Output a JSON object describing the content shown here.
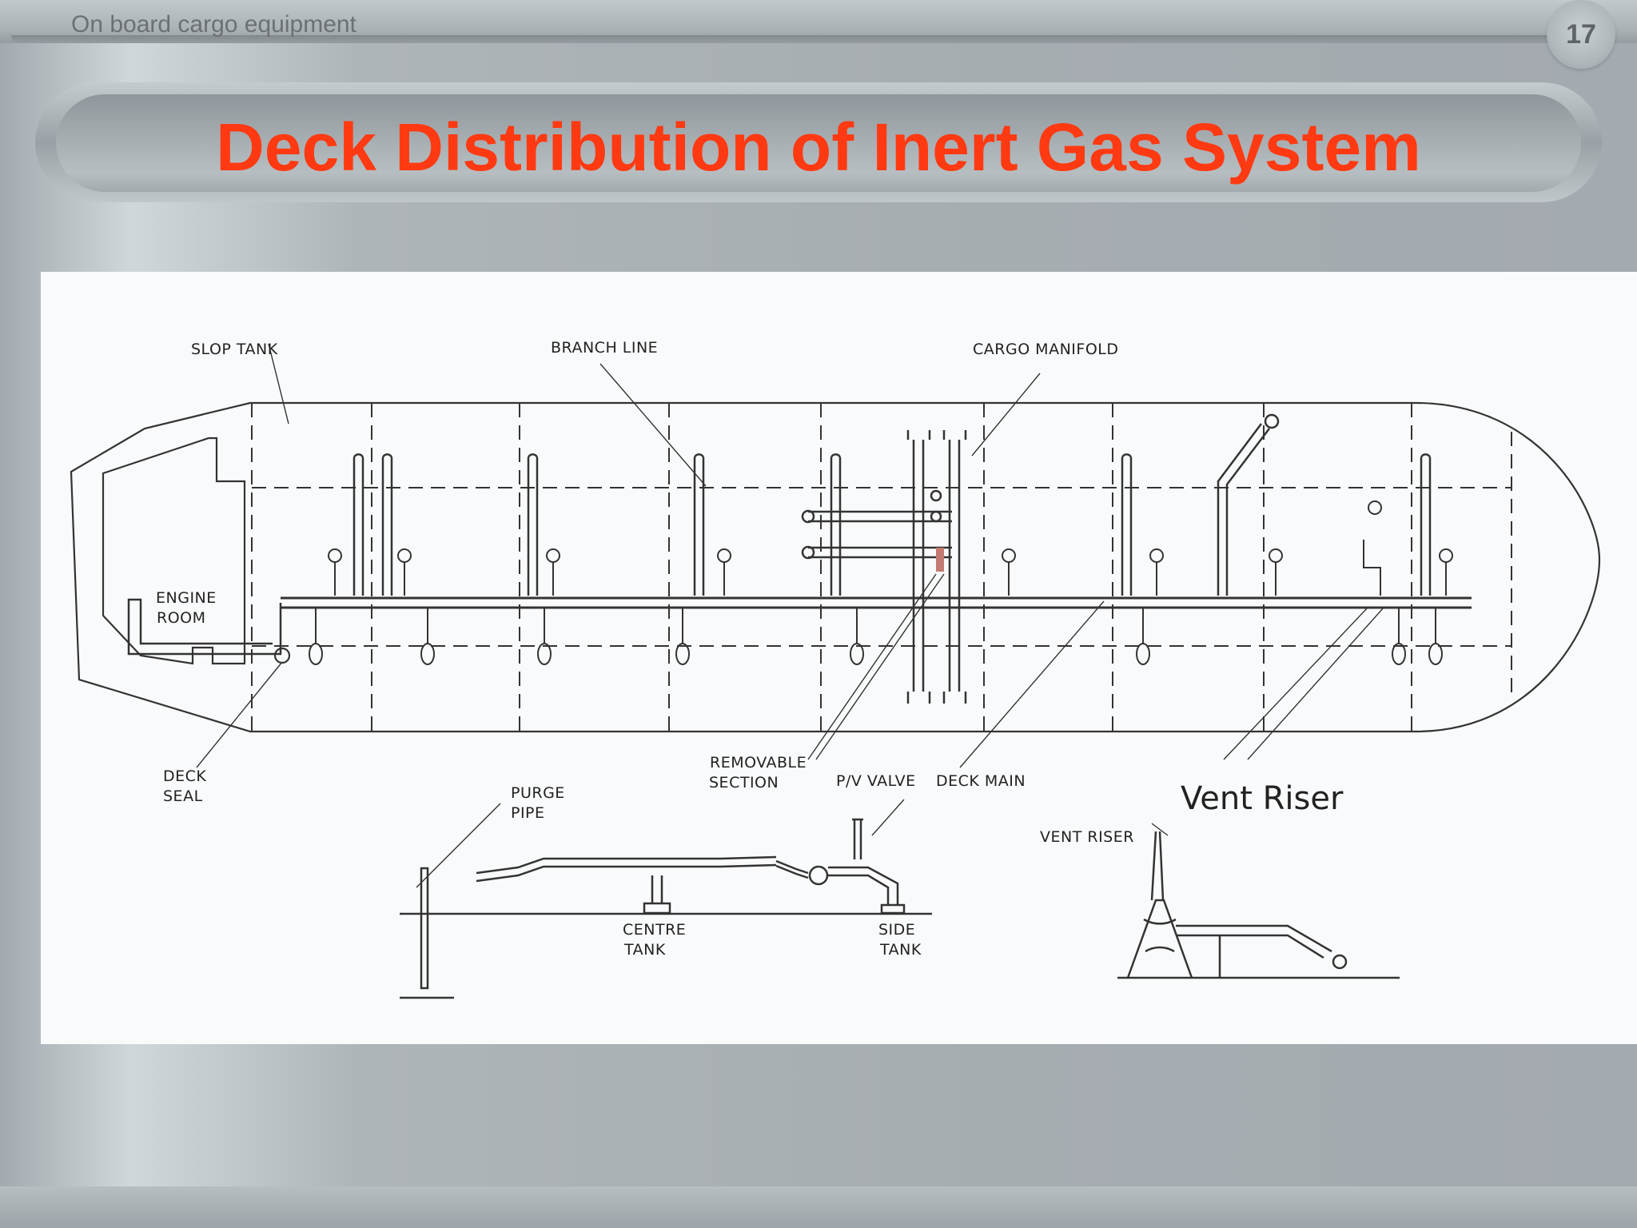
{
  "header": {
    "subtitle": "On board cargo equipment",
    "page_number": "17"
  },
  "title": "Deck Distribution of Inert Gas System",
  "diagram": {
    "labels": {
      "slop_tank": "SLOP TANK",
      "branch_line": "BRANCH LINE",
      "cargo_manifold": "CARGO MANIFOLD",
      "engine_room_1": "ENGINE",
      "engine_room_2": "ROOM",
      "deck_seal_1": "DECK",
      "deck_seal_2": "SEAL",
      "purge_pipe_1": "PURGE",
      "purge_pipe_2": "PIPE",
      "removable_section_1": "REMOVABLE",
      "removable_section_2": "SECTION",
      "pv_valve": "P/V VALVE",
      "deck_main": "DECK MAIN",
      "vent_riser_big": "Vent Riser",
      "vent_riser_small": "VENT RISER",
      "centre_tank_1": "CENTRE",
      "centre_tank_2": "TANK",
      "side_tank_1": "SIDE",
      "side_tank_2": "TANK"
    }
  }
}
